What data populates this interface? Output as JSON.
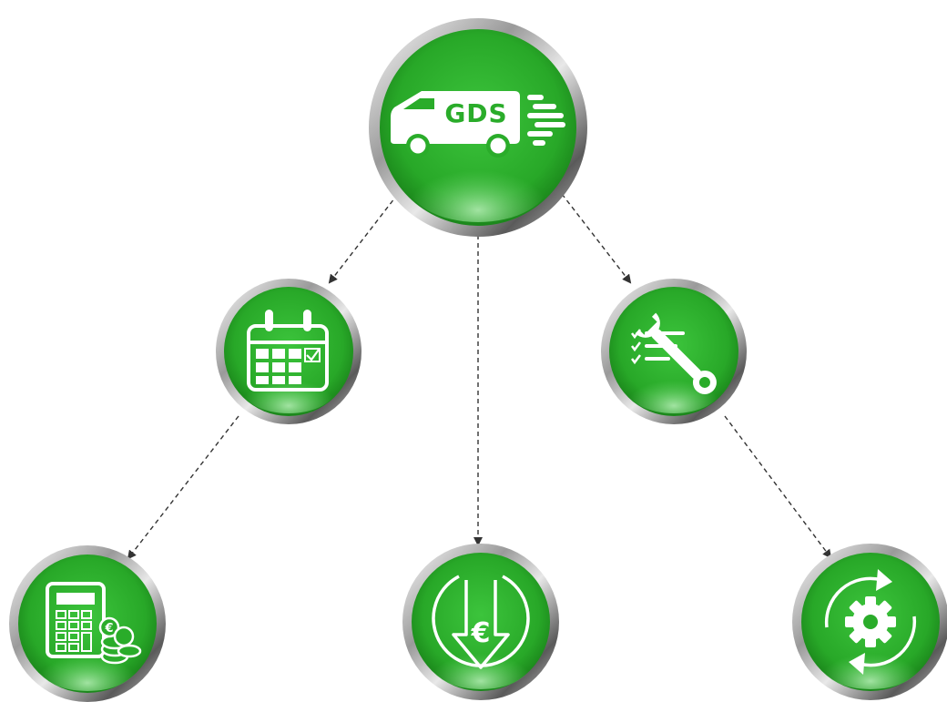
{
  "nodes": [
    {
      "id": "delivery",
      "icon": "delivery-van-icon",
      "label": "GDS"
    },
    {
      "id": "planning",
      "icon": "calendar-icon"
    },
    {
      "id": "price",
      "icon": "euro-down-arrow-icon",
      "label": "€"
    },
    {
      "id": "maintenance",
      "icon": "wrench-checklist-icon"
    },
    {
      "id": "budget",
      "icon": "calculator-coins-icon",
      "label": "€"
    },
    {
      "id": "continuity",
      "icon": "gear-refresh-icon"
    }
  ],
  "edges": [
    {
      "from": "delivery",
      "to": "planning",
      "style": "dashed"
    },
    {
      "from": "delivery",
      "to": "price",
      "style": "dashed"
    },
    {
      "from": "delivery",
      "to": "maintenance",
      "style": "dashed"
    },
    {
      "from": "planning",
      "to": "budget",
      "style": "dashed"
    },
    {
      "from": "maintenance",
      "to": "continuity",
      "style": "dashed"
    }
  ],
  "colors": {
    "green_dark": "#1f8a1f",
    "green_mid": "#2fb52f",
    "green_light": "#5fd35f",
    "rim_light": "#f2f2f2",
    "rim_dark": "#6e6e6e",
    "icon": "#ffffff",
    "edge": "#333333"
  }
}
